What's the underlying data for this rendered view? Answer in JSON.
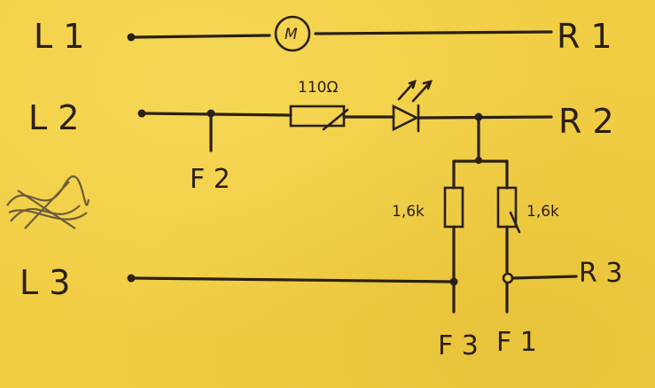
{
  "labels": {
    "L1": "L 1",
    "L2": "L 2",
    "L3": "L 3",
    "R1": "R 1",
    "R2": "R 2",
    "R3": "R 3",
    "F1": "F 1",
    "F2": "F 2",
    "F3": "F 3"
  },
  "components": {
    "motor": "M",
    "resistor_110": "110Ω",
    "resistor_left": "1,6k",
    "resistor_right": "1,6k"
  },
  "colors": {
    "paper": "#f1cd43",
    "ink": "#2a2015"
  }
}
